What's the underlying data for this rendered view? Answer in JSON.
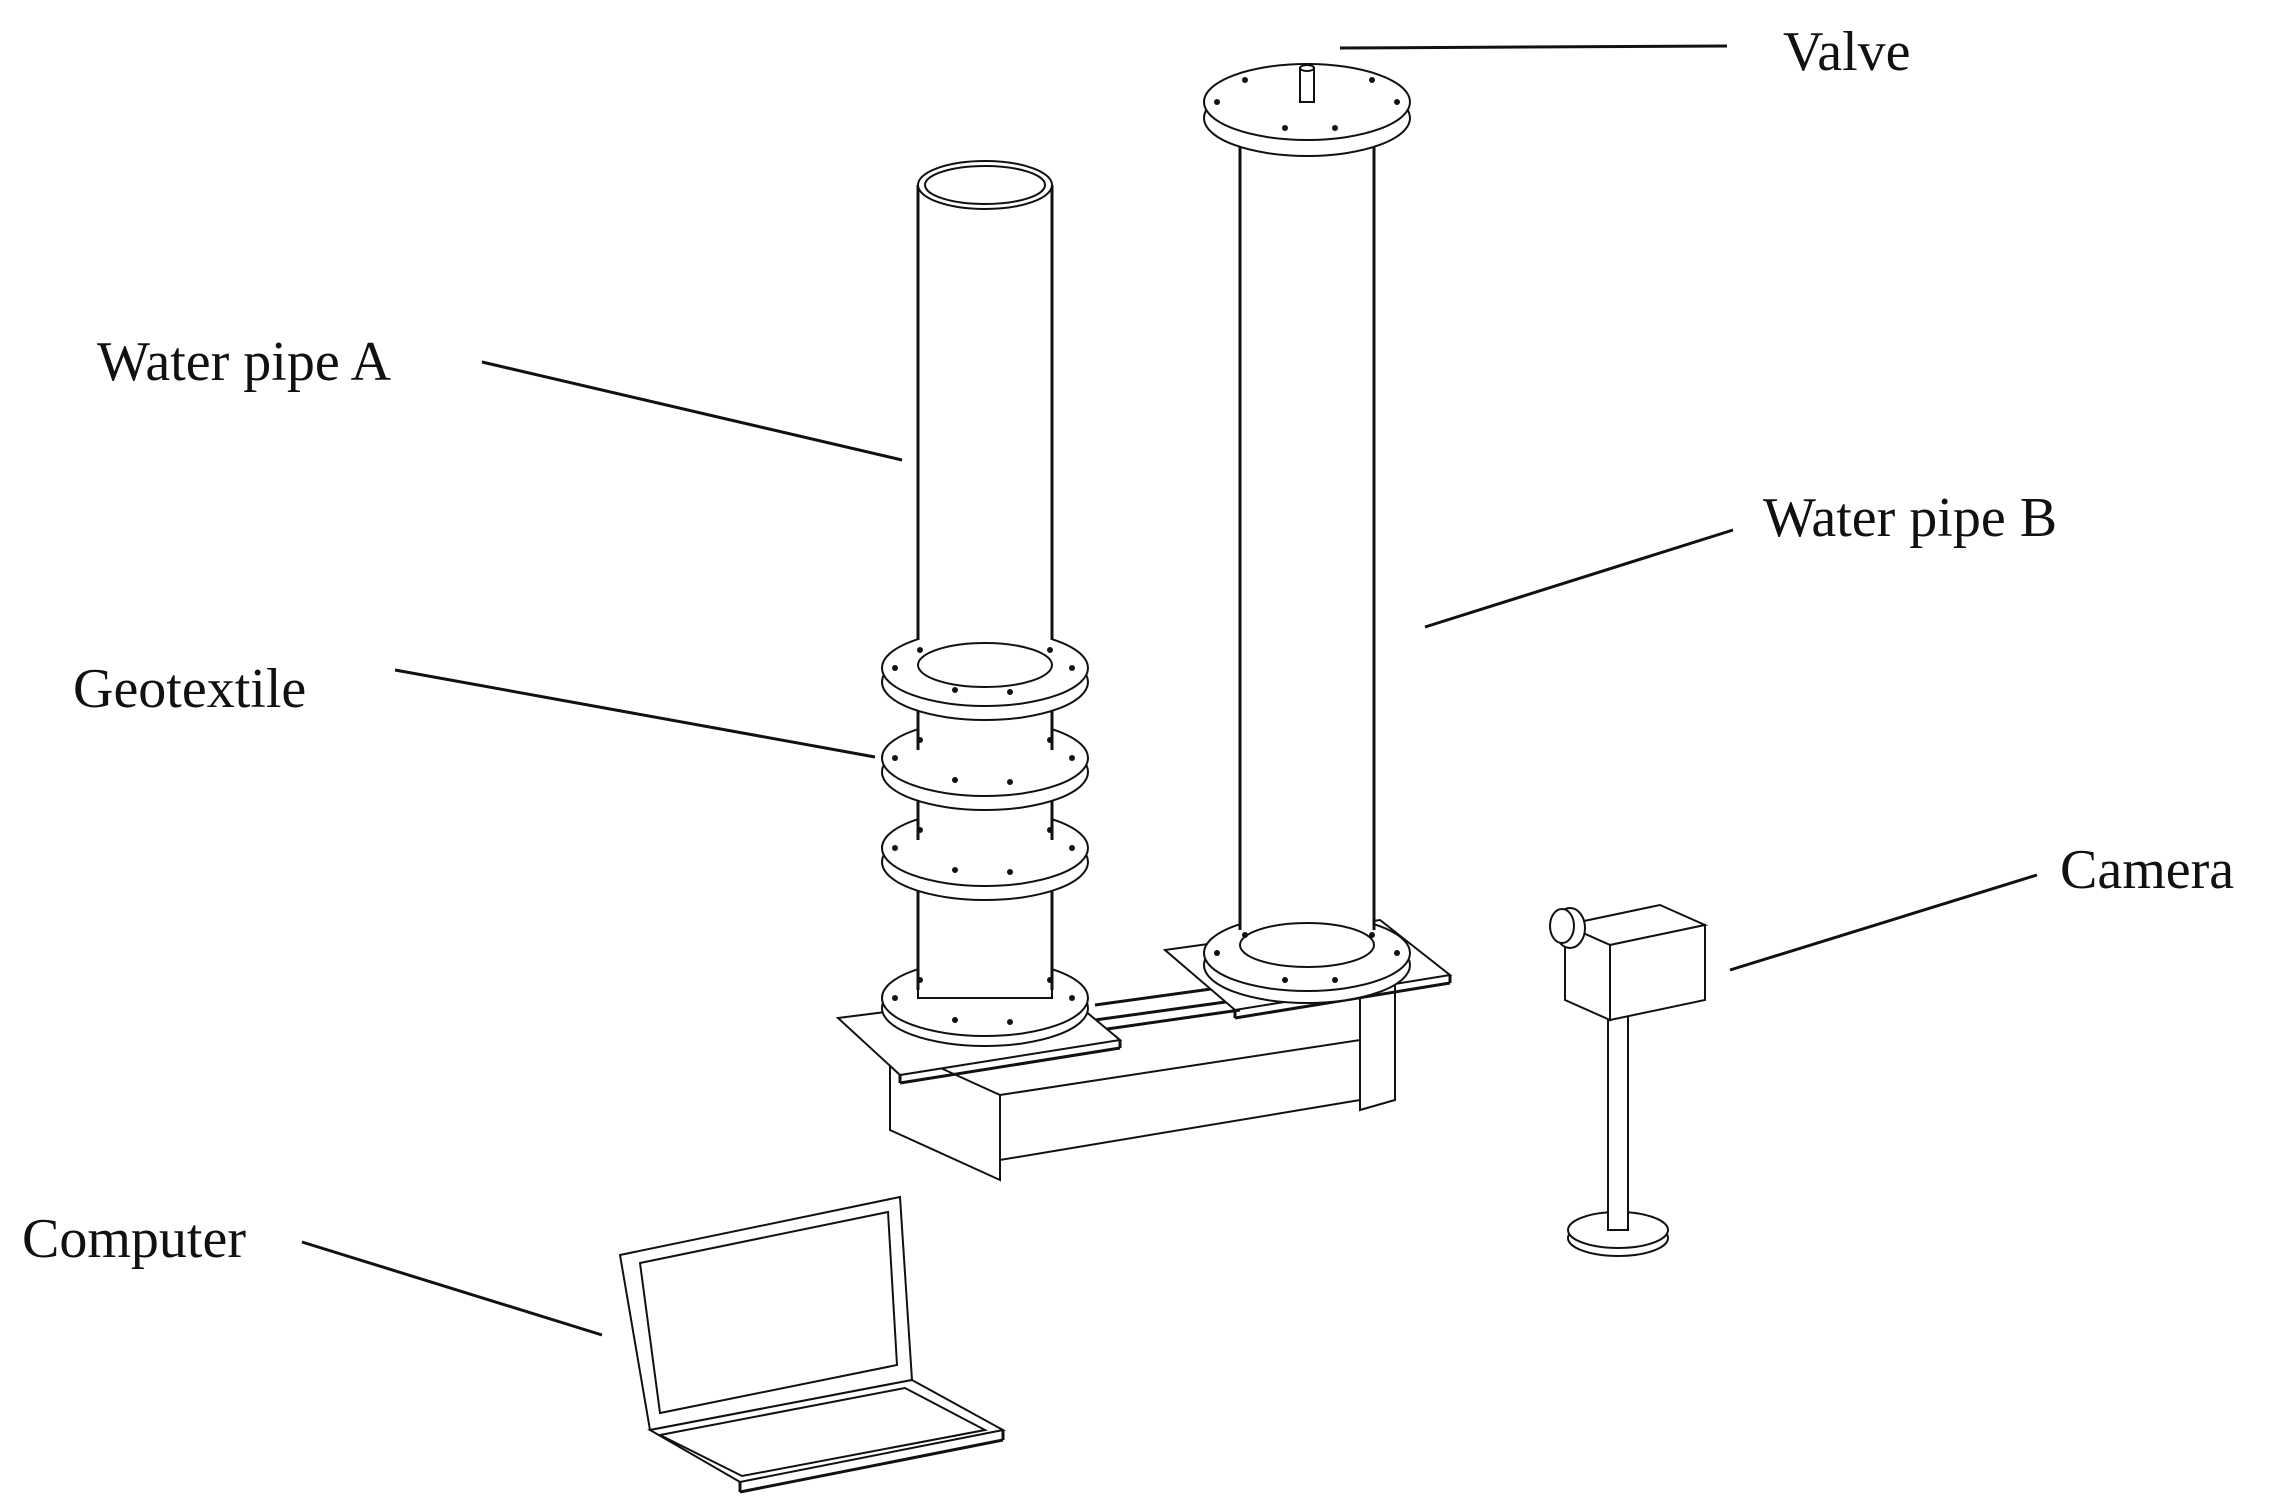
{
  "labels": {
    "valve": "Valve",
    "water_pipe_a": "Water pipe A",
    "water_pipe_b": "Water pipe B",
    "geotextile": "Geotextile",
    "camera": "Camera",
    "computer": "Computer"
  },
  "colors": {
    "line": "#111111",
    "background": "#ffffff"
  }
}
